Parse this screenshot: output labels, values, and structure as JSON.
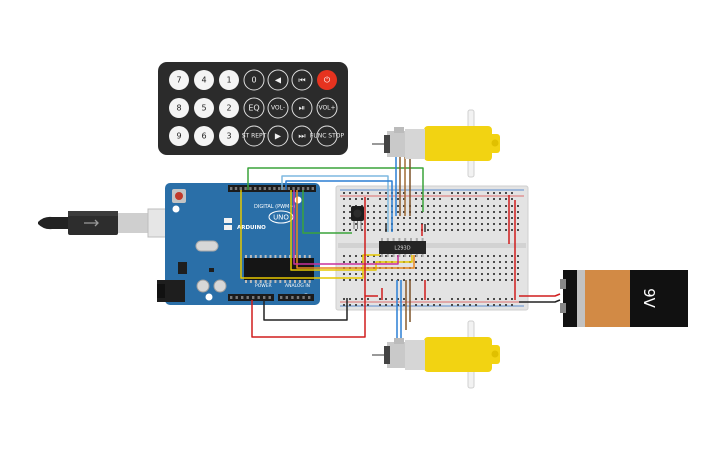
{
  "remote": {
    "rows": [
      [
        "7",
        "4",
        "1",
        "0",
        "◀",
        "⏮",
        "⏻"
      ],
      [
        "8",
        "5",
        "2",
        "EQ",
        "VOL-",
        "⏯",
        "VOL+"
      ],
      [
        "9",
        "6",
        "3",
        "ST/REPT",
        "▶",
        "⏭",
        "FUNC/STOP"
      ]
    ]
  },
  "arduino": {
    "logo": "ARDUINO",
    "model": "UNO",
    "digital_label": "DIGITAL (PWM~)",
    "power_label": "POWER",
    "analog_label": "ANALOG IN"
  },
  "driver_ic": {
    "label": "L293D"
  },
  "battery": {
    "label": "9V"
  },
  "colors": {
    "arduino_board": "#2a6fa8",
    "breadboard": "#e3e3e3",
    "remote_body": "#2b2b2b",
    "motor_yellow": "#f2d312",
    "battery_top": "#111111",
    "battery_body": "#d28a45",
    "wire_red": "#d01d1d",
    "wire_black": "#222222",
    "wire_green": "#3aa43a",
    "wire_blue": "#2b7fd4",
    "wire_yellow": "#e6c800",
    "wire_orange": "#e8871e",
    "wire_magenta": "#c9309b",
    "wire_brown": "#8a5a2b"
  }
}
